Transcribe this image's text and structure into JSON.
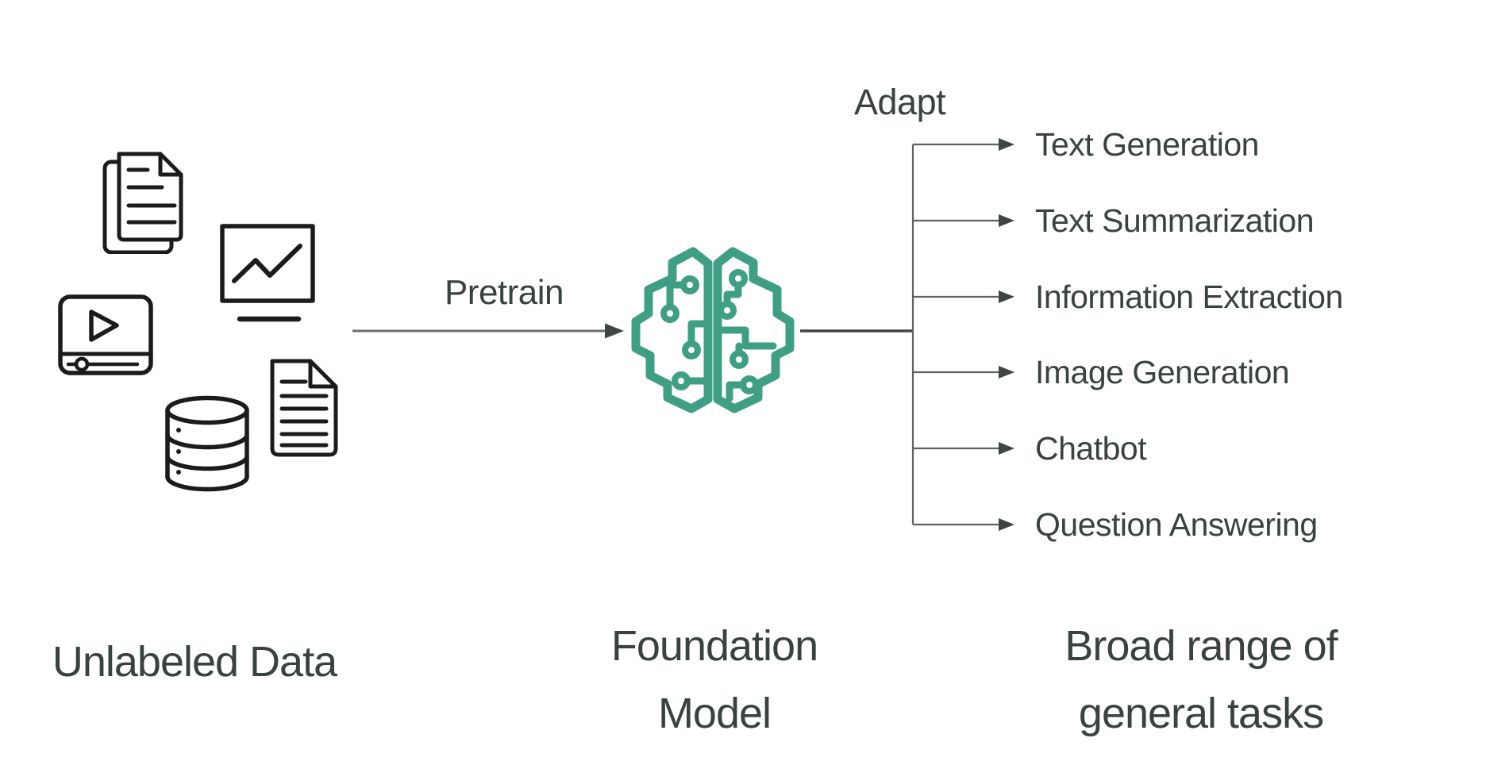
{
  "diagram": {
    "pretrain_label": "Pretrain",
    "adapt_label": "Adapt",
    "left_caption": "Unlabeled Data",
    "center_caption_line1": "Foundation",
    "center_caption_line2": "Model",
    "right_caption_line1": "Broad range of",
    "right_caption_line2": "general tasks",
    "tasks": [
      "Text Generation",
      "Text Summarization",
      "Information Extraction",
      "Image Generation",
      "Chatbot",
      "Question Answering"
    ],
    "icons": {
      "unlabeled_data_cluster": [
        "documents-stack-icon",
        "line-chart-icon",
        "video-player-icon",
        "database-icon",
        "document-icon"
      ],
      "model_icon": "circuit-brain-icon"
    },
    "colors": {
      "accent_green": "#3F9F85",
      "text": "#3A4141",
      "icon_stroke": "#1B1B1B",
      "connector_line": "#5C5C5C",
      "arrowhead": "#3F4545",
      "background": "#FFFFFF"
    }
  }
}
